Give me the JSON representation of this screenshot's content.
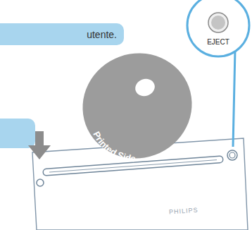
{
  "diagram": {
    "nodes": [
      {
        "text": [
          "utente."
        ]
      },
      {
        "text": [
          "EJECT"
        ]
      }
    ],
    "labels": [
      "Printed Side",
      "PHILIPS"
    ]
  }
}
